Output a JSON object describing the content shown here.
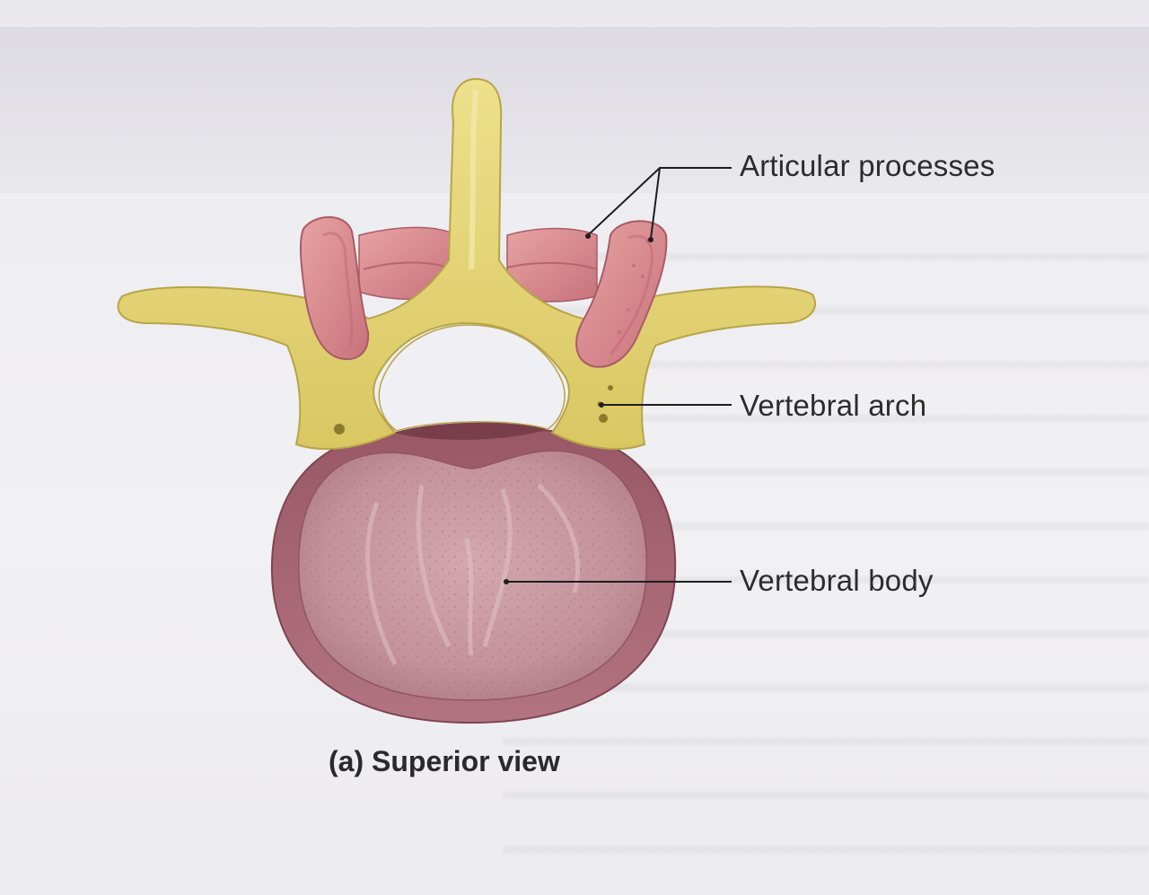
{
  "labels": {
    "articular_processes": "Articular processes",
    "vertebral_arch": "Vertebral arch",
    "vertebral_body": "Vertebral body"
  },
  "caption": "(a) Superior view",
  "colors": {
    "bone_yellow": "#e6d67a",
    "articular_pink": "#d98a8e",
    "body_outer": "#a86873",
    "body_inner": "#c99aa2",
    "leader_line": "#1e1e22"
  }
}
